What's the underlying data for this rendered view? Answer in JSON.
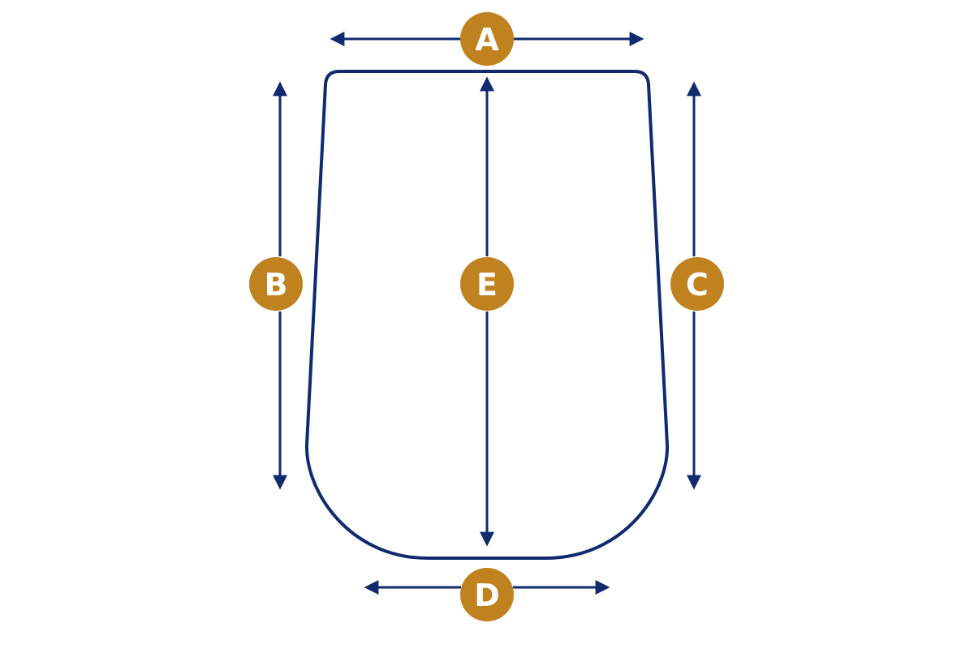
{
  "colors": {
    "outline": "#0f2a6e",
    "badge": "#c0821f",
    "badge_text": "#ffffff",
    "background": "#ffffff"
  },
  "labels": {
    "a": "A",
    "b": "B",
    "c": "C",
    "d": "D",
    "e": "E"
  }
}
